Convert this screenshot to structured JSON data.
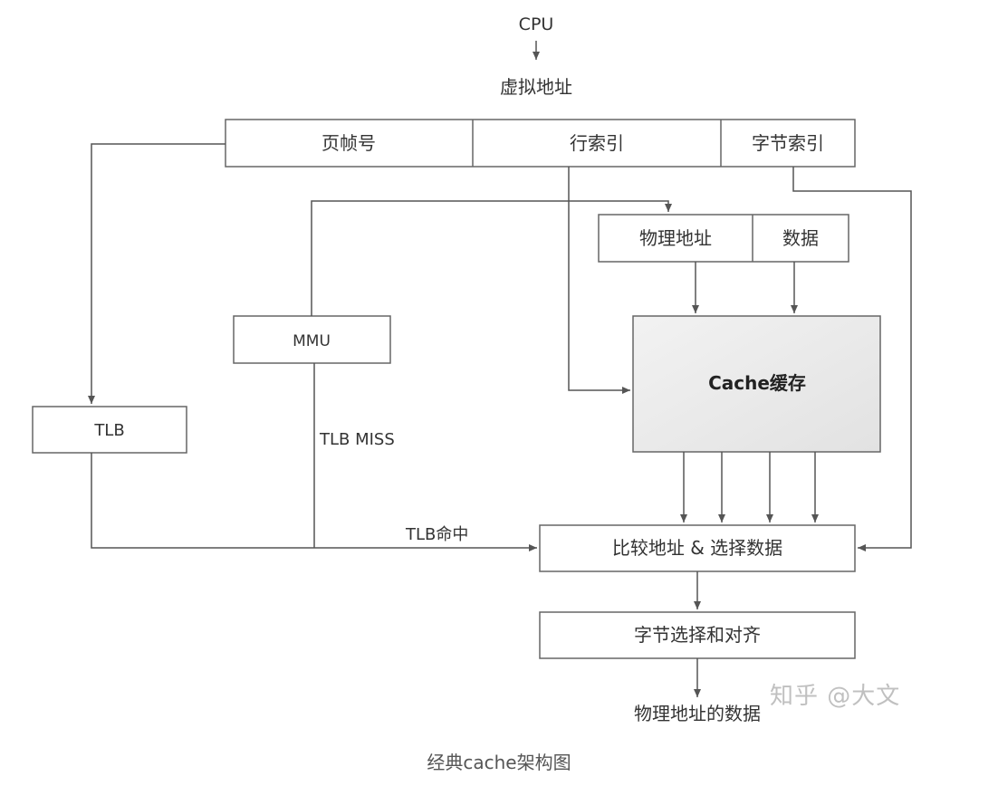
{
  "diagram": {
    "cpu": "CPU",
    "virtual_address": "虚拟地址",
    "page_frame": "页帧号",
    "row_index": "行索引",
    "byte_index": "字节索引",
    "physical_address": "物理地址",
    "data": "数据",
    "mmu": "MMU",
    "cache": "Cache缓存",
    "tlb": "TLB",
    "tlb_miss": "TLB MISS",
    "tlb_hit": "TLB命中",
    "compare_select": "比较地址 & 选择数据",
    "byte_select": "字节选择和对齐",
    "physical_data": "物理地址的数据"
  },
  "watermark": "知乎 @大文",
  "caption": "经典cache架构图",
  "colors": {
    "line": "#555555",
    "box_border": "#666666",
    "cache_fill": "#ececec",
    "text": "#333333"
  }
}
